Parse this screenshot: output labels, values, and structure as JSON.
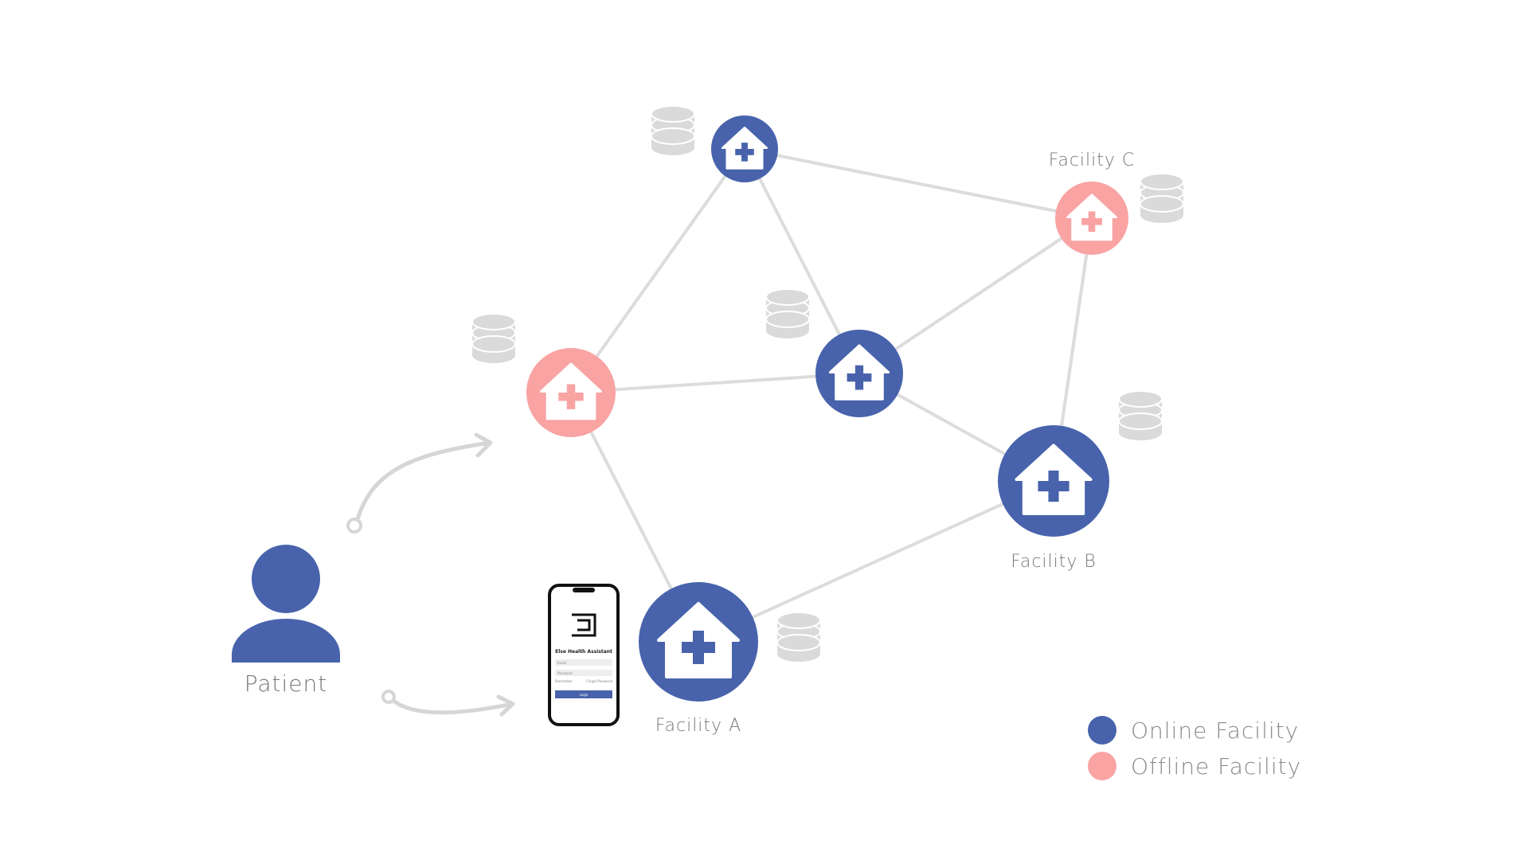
{
  "colors": {
    "online": "#4863AC",
    "offline": "#F9A3A3",
    "edge": "#DCDCDC",
    "database": "#DADADA",
    "arrow": "#D6D6D6",
    "patient": "#4863AC"
  },
  "patient": {
    "label": "Patient",
    "icon": "user-icon"
  },
  "phone": {
    "app_title": "Else Health Assistant",
    "input_labels": [
      "Email",
      "Password"
    ],
    "remember_label": "Remember",
    "forgot_label": "Forgot Password",
    "login_label": "Login"
  },
  "facilities": [
    {
      "id": "f1",
      "status": "online",
      "label": ""
    },
    {
      "id": "c",
      "status": "offline",
      "label": "Facility C"
    },
    {
      "id": "left",
      "status": "offline",
      "label": ""
    },
    {
      "id": "center",
      "status": "online",
      "label": ""
    },
    {
      "id": "b",
      "status": "online",
      "label": "Facility B"
    },
    {
      "id": "a",
      "status": "online",
      "label": "Facility A"
    }
  ],
  "edges": [
    [
      "f1",
      "c"
    ],
    [
      "f1",
      "left"
    ],
    [
      "f1",
      "center"
    ],
    [
      "c",
      "center"
    ],
    [
      "c",
      "b"
    ],
    [
      "left",
      "center"
    ],
    [
      "left",
      "a"
    ],
    [
      "center",
      "b"
    ],
    [
      "b",
      "a"
    ]
  ],
  "legend": [
    {
      "status": "online",
      "label": "Online Facility"
    },
    {
      "status": "offline",
      "label": "Offline Facility"
    }
  ]
}
